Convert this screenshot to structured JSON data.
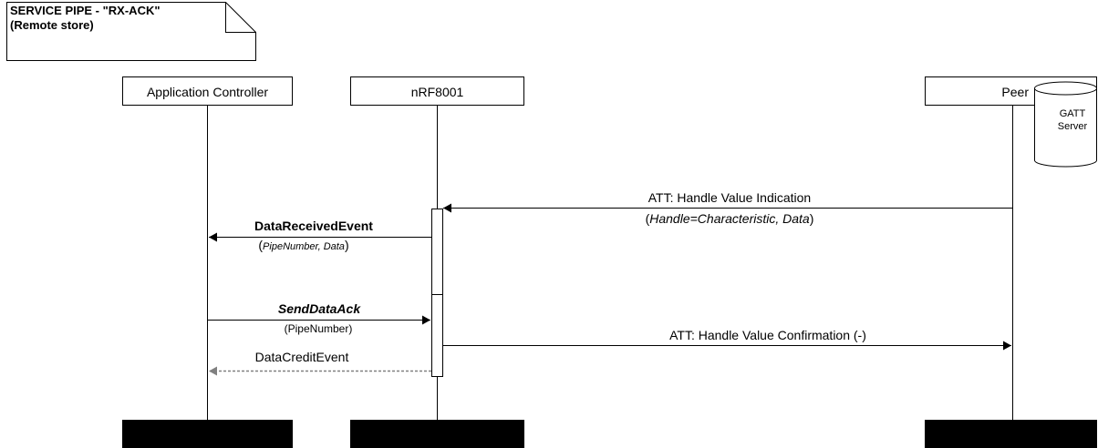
{
  "note": {
    "line1": "SERVICE PIPE - \"RX-ACK\"",
    "line2": "(Remote store)"
  },
  "lifelines": {
    "app": "Application Controller",
    "nrf": "nRF8001",
    "peer": "Peer"
  },
  "gatt_server": {
    "line1": "GATT",
    "line2": "Server"
  },
  "messages": {
    "indication": {
      "label": "ATT: Handle Value Indication",
      "params_open": "(",
      "params_italic": "Handle=Characteristic, Data",
      "params_close": ")"
    },
    "data_received": {
      "label": "DataReceivedEvent",
      "params_open": "(",
      "params_italic": "PipeNumber, Data",
      "params_close": ")"
    },
    "send_data_ack": {
      "label": "SendDataAck",
      "params": "(PipeNumber)"
    },
    "confirmation": {
      "label": "ATT: Handle Value Confirmation (-)"
    },
    "data_credit": {
      "label": "DataCreditEvent"
    }
  },
  "colors": {
    "line": "#000000",
    "dashed_arrow": "#808080",
    "lifeline_footer": "#000000"
  }
}
